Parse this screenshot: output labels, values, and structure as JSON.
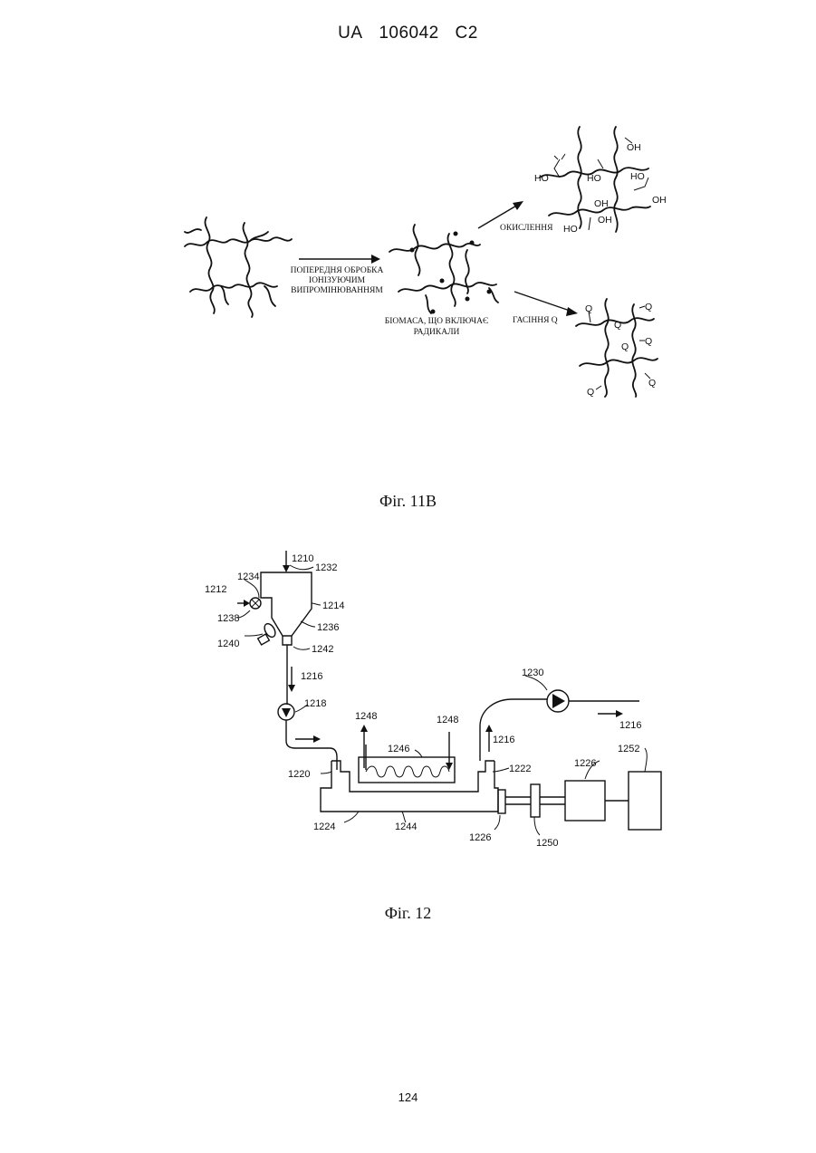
{
  "header": {
    "country": "UA",
    "number": "106042",
    "kind": "C2"
  },
  "fig11b": {
    "caption": "Фіг. 11В",
    "pretreatment_label": [
      "ПОПЕРЕДНЯ ОБРОБКА",
      "ІОНІЗУЮЧИМ",
      "ВИПРОМІНЮВАННЯМ"
    ],
    "biomass_label": [
      "БІОМАСА, ЩО ВКЛЮЧАЄ",
      "РАДИКАЛИ"
    ],
    "oxidation_label": "ОКИСЛЕННЯ",
    "quench_label": "ГАСІННЯ Q",
    "oxidized_groups": [
      "OH",
      "HO",
      "HO",
      "OH",
      "OH",
      "HO",
      "OH",
      "HO"
    ],
    "quench_groups": [
      "Q",
      "Q",
      "Q",
      "Q",
      "Q",
      "Q",
      "Q"
    ]
  },
  "fig12": {
    "caption": "Фіг. 12",
    "labels": {
      "l1210": "1210",
      "l1232": "1232",
      "l1234": "1234",
      "l1212": "1212",
      "l1214": "1214",
      "l1238": "1238",
      "l1236": "1236",
      "l1240": "1240",
      "l1242": "1242",
      "l1216a": "1216",
      "l1218": "1218",
      "l1230": "1230",
      "l1216b": "1216",
      "l1248a": "1248",
      "l1248b": "1248",
      "l1216c": "1216",
      "l1246": "1246",
      "l1252": "1252",
      "l1226a": "1226",
      "l1220": "1220",
      "l1222": "1222",
      "l1224": "1224",
      "l1244": "1244",
      "l1226b": "1226",
      "l1250": "1250"
    }
  },
  "page_number": "124"
}
